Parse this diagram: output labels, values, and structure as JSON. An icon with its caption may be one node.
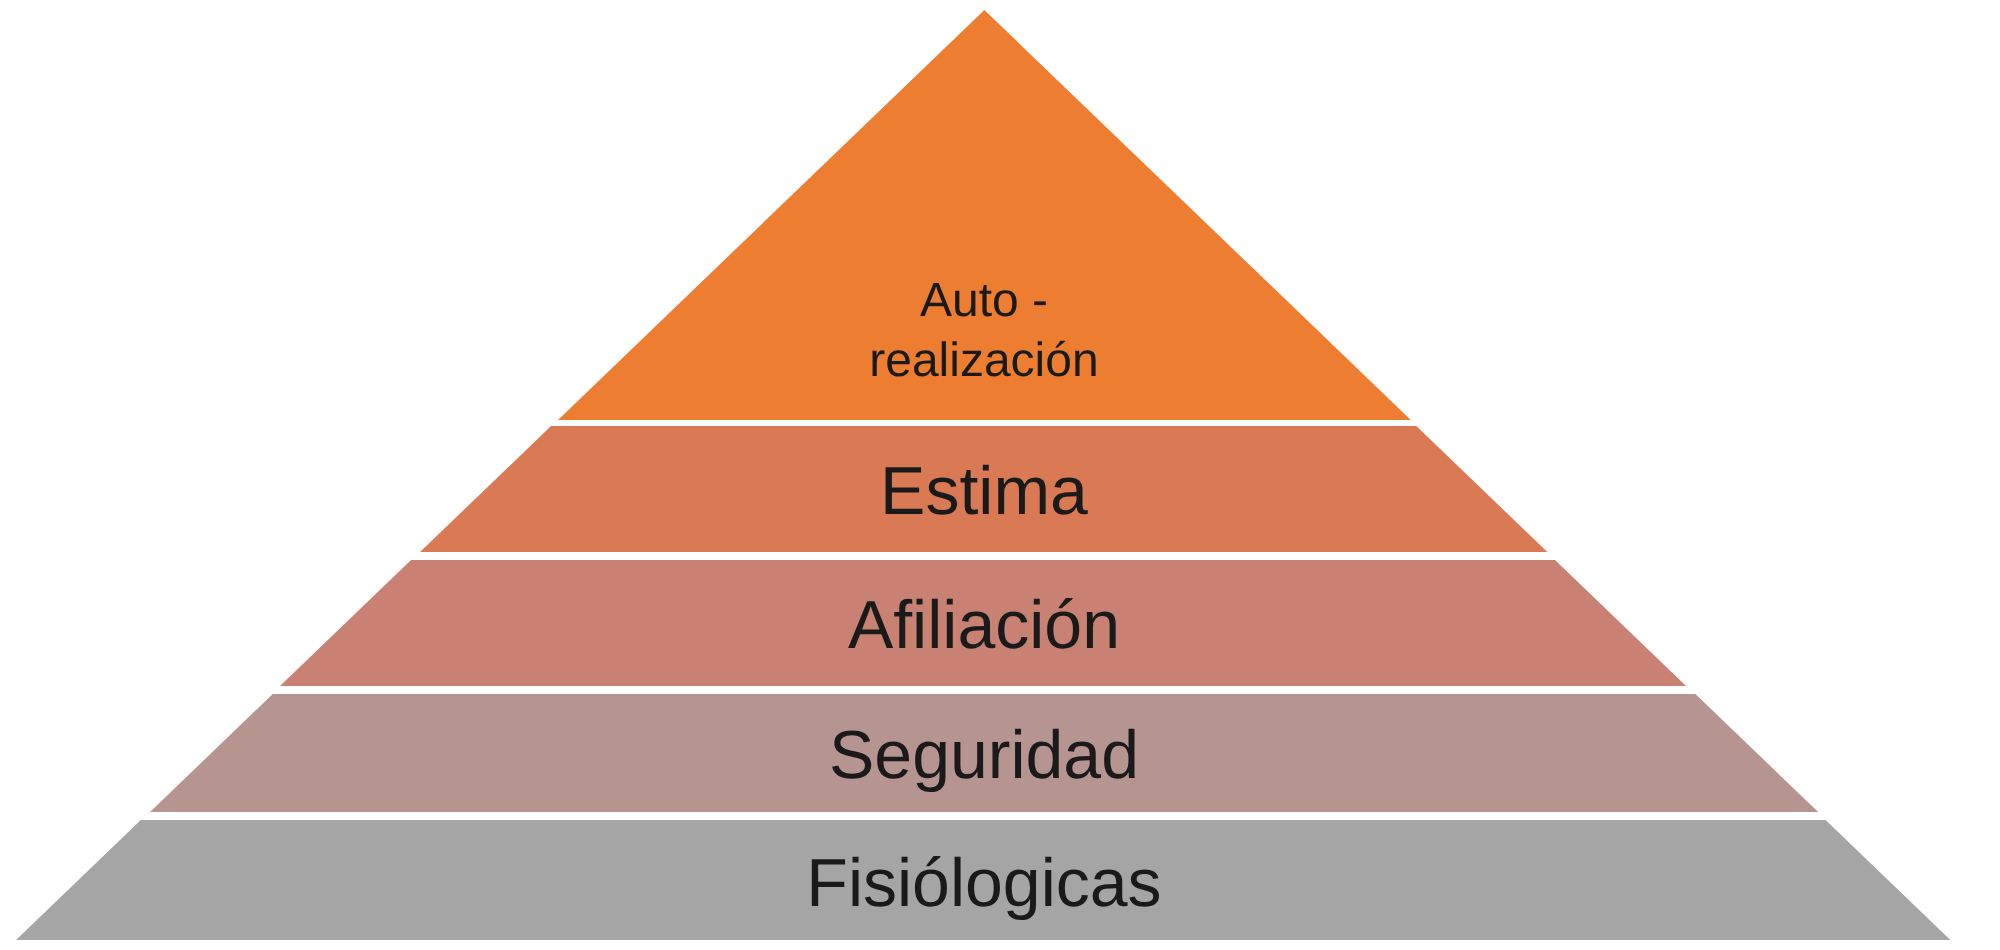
{
  "diagram": {
    "nodes": [
      {
        "text": [
          "Auto - realización"
        ]
      },
      {
        "text": [
          "Estima"
        ]
      },
      {
        "text": [
          "Afiliación"
        ]
      },
      {
        "text": [
          "Seguridad"
        ]
      },
      {
        "text": [
          "Fisiólogicas"
        ]
      }
    ]
  }
}
